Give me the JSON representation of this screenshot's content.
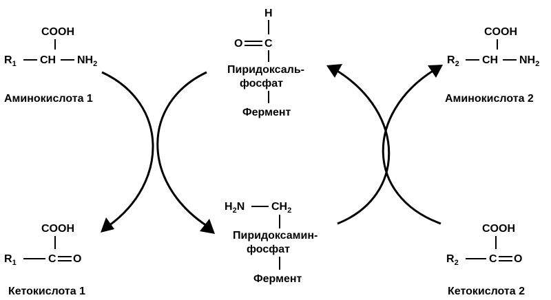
{
  "aa1": {
    "cooh": "COOH",
    "r": "R",
    "r_sub": "1",
    "ch": "CH",
    "nh": "NH",
    "nh_sub": "2",
    "label": "Аминокислота 1"
  },
  "ka1": {
    "cooh": "COOH",
    "r": "R",
    "r_sub": "1",
    "c": "C",
    "o": "O",
    "label": "Кетокислота 1"
  },
  "plp": {
    "h": "H",
    "o": "O",
    "c": "C",
    "line1": "Пиридоксаль-",
    "line2": "фосфат",
    "enzyme": "Фермент"
  },
  "pmp": {
    "h": "H",
    "h_sub": "2",
    "n": "N",
    "ch": "CH",
    "ch_sub": "2",
    "line1": "Пиридоксамин-",
    "line2": "фосфат",
    "enzyme": "Фермент"
  },
  "aa2": {
    "cooh": "COOH",
    "r": "R",
    "r_sub": "2",
    "ch": "CH",
    "nh": "NH",
    "nh_sub": "2",
    "label": "Аминокислота 2"
  },
  "ka2": {
    "cooh": "COOH",
    "r": "R",
    "r_sub": "2",
    "c": "C",
    "o": "O",
    "label": "Кетокислота 2"
  }
}
